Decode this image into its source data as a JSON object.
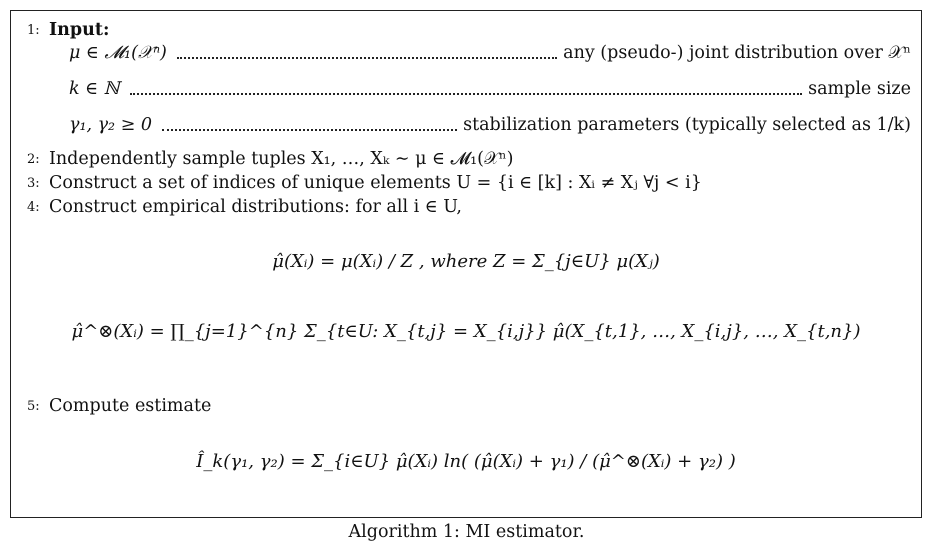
{
  "algorithm": {
    "input_header": {
      "number": "1:",
      "label": "Input:"
    },
    "params": [
      {
        "symbol": "μ ∈ 𝓜₁(𝒳ⁿ)",
        "description": "any (pseudo-) joint distribution over 𝒳ⁿ"
      },
      {
        "symbol": "k ∈ ℕ",
        "description": "sample size"
      },
      {
        "symbol": "γ₁, γ₂ ≥ 0",
        "description": "stabilization parameters (typically selected as 1/k)"
      }
    ],
    "steps": [
      {
        "number": "2:",
        "text": "Independently sample tuples X₁, …, Xₖ ∼ μ ∈ 𝓜₁(𝒳ⁿ)"
      },
      {
        "number": "3:",
        "text": "Construct a set of indices of unique elements U = {i ∈ [k] : Xᵢ ≠ Xⱼ   ∀j < i}"
      },
      {
        "number": "4:",
        "text": "Construct empirical distributions: for all i ∈ U,"
      },
      {
        "number": "5:",
        "text": "Compute estimate"
      }
    ],
    "equations": {
      "mu_hat": "μ̂(Xᵢ) = μ(Xᵢ) / Z ,   where  Z = Σ_{j∈U} μ(Xⱼ)",
      "mu_hat_product": "μ̂^⊗(Xᵢ) = ∏_{j=1}^{n} Σ_{t∈U: X_{t,j} = X_{i,j}} μ̂(X_{t,1}, …, X_{i,j}, …, X_{t,n})",
      "estimate": "Î_k(γ₁, γ₂) = Σ_{i∈U} μ̂(Xᵢ) ln( (μ̂(Xᵢ) + γ₁) / (μ̂^⊗(Xᵢ) + γ₂) )"
    },
    "caption": "Algorithm 1: MI estimator."
  }
}
